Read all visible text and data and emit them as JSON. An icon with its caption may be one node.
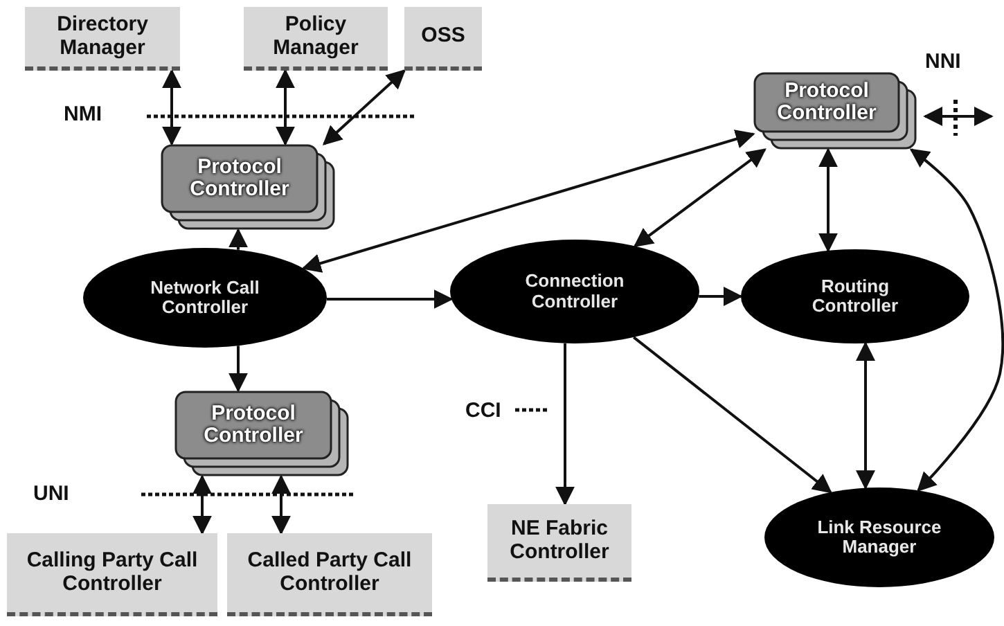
{
  "diagram": {
    "nodes": [
      {
        "text": [
          "Directory Manager"
        ]
      },
      {
        "text": [
          "Policy Manager"
        ]
      },
      {
        "text": [
          "OSS"
        ]
      },
      {
        "text": [
          "Protocol Controller"
        ]
      },
      {
        "text": [
          "Network Call Controller"
        ]
      },
      {
        "text": [
          "Protocol Controller"
        ]
      },
      {
        "text": [
          "Calling Party Call Controller"
        ]
      },
      {
        "text": [
          "Called Party Call Controller"
        ]
      },
      {
        "text": [
          "Connection Controller"
        ]
      },
      {
        "text": [
          "NE Fabric Controller"
        ]
      },
      {
        "text": [
          "Routing Controller"
        ]
      },
      {
        "text": [
          "Link Resource Manager"
        ]
      },
      {
        "text": [
          "Protocol Controller"
        ]
      }
    ],
    "edges": [
      {
        "from": 0,
        "to": 3,
        "arrow": "both"
      },
      {
        "from": 1,
        "to": 3,
        "arrow": "both"
      },
      {
        "from": 2,
        "to": 3,
        "arrow": "both"
      },
      {
        "from": 4,
        "to": 3,
        "arrow": "to"
      },
      {
        "from": 4,
        "to": 5,
        "arrow": "to"
      },
      {
        "from": 5,
        "to": 6,
        "arrow": "both"
      },
      {
        "from": 5,
        "to": 7,
        "arrow": "both"
      },
      {
        "from": 4,
        "to": 12,
        "arrow": "both"
      },
      {
        "from": 4,
        "to": 8,
        "arrow": "to"
      },
      {
        "from": 8,
        "to": 12,
        "arrow": "both"
      },
      {
        "from": 8,
        "to": 10,
        "arrow": "to"
      },
      {
        "from": 8,
        "to": 9,
        "arrow": "to"
      },
      {
        "from": 8,
        "to": 11,
        "arrow": "to"
      },
      {
        "from": 10,
        "to": 12,
        "arrow": "both"
      },
      {
        "from": 10,
        "to": 11,
        "arrow": "both"
      },
      {
        "from": 12,
        "to": 11,
        "arrow": "both"
      }
    ],
    "labels": [
      "NNI",
      "NMI",
      "CCI",
      "UNI"
    ]
  }
}
